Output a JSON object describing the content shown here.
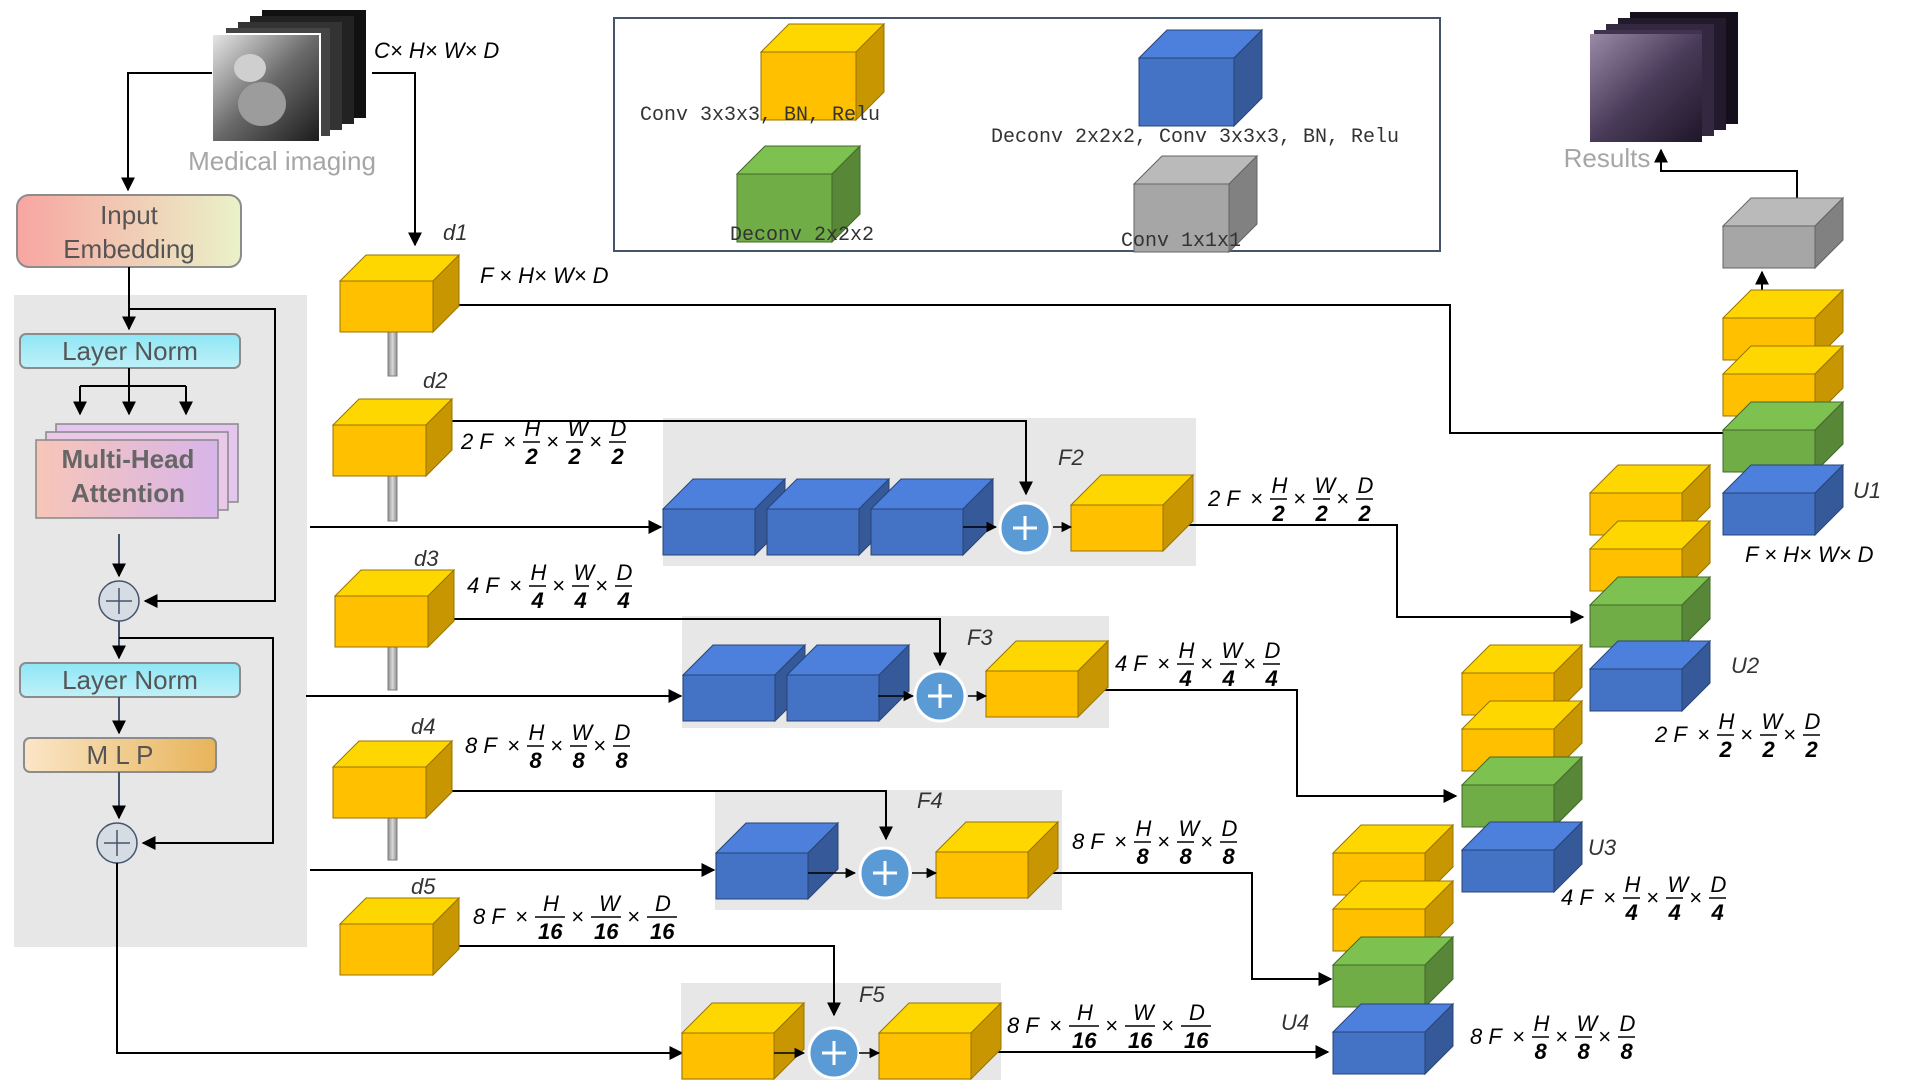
{
  "input": {
    "dims": "C× H× W× D",
    "caption": "Medical imaging"
  },
  "output": {
    "caption": "Results"
  },
  "encoder": {
    "input_embedding": [
      "Input",
      "Embedding"
    ],
    "layer_norm_1": "Layer Norm",
    "attention": [
      "Multi-Head",
      "Attention"
    ],
    "layer_norm_2": "Layer Norm",
    "mlp": "M L P"
  },
  "legend": {
    "conv": "Conv 3x3x3, BN, Relu",
    "deconv_conv": "Deconv 2x2x2, Conv 3x3x3, BN, Relu",
    "deconv": "Deconv 2x2x2",
    "conv1": "Conv 1x1x1"
  },
  "down": {
    "d1": "d1",
    "d1_dims": "F × H× W× D",
    "d2": "d2",
    "d3": "d3",
    "d4": "d4",
    "d5": "d5"
  },
  "fusion": {
    "F2": "F2",
    "F3": "F3",
    "F4": "F4",
    "F5": "F5"
  },
  "up": {
    "U1": "U1",
    "U2": "U2",
    "U3": "U3",
    "U4": "U4",
    "U1_dims": "F × H× W× D"
  },
  "dims_fraction": {
    "d2": {
      "c": "2 F",
      "h": "H",
      "hd": "2",
      "w": "W",
      "wd": "2",
      "d": "D",
      "dd": "2"
    },
    "d3": {
      "c": "4 F",
      "h": "H",
      "hd": "4",
      "w": "W",
      "wd": "4",
      "d": "D",
      "dd": "4"
    },
    "d4": {
      "c": "8 F",
      "h": "H",
      "hd": "8",
      "w": "W",
      "wd": "8",
      "d": "D",
      "dd": "8"
    },
    "d5": {
      "c": "8 F",
      "h": "H",
      "hd": "16",
      "w": "W",
      "wd": "16",
      "d": "D",
      "dd": "16"
    },
    "F2": {
      "c": "2 F",
      "h": "H",
      "hd": "2",
      "w": "W",
      "wd": "2",
      "d": "D",
      "dd": "2"
    },
    "F3": {
      "c": "4 F",
      "h": "H",
      "hd": "4",
      "w": "W",
      "wd": "4",
      "d": "D",
      "dd": "4"
    },
    "F4": {
      "c": "8 F",
      "h": "H",
      "hd": "8",
      "w": "W",
      "wd": "8",
      "d": "D",
      "dd": "8"
    },
    "F5": {
      "c": "8 F",
      "h": "H",
      "hd": "16",
      "w": "W",
      "wd": "16",
      "d": "D",
      "dd": "16"
    },
    "U2": {
      "c": "2 F",
      "h": "H",
      "hd": "2",
      "w": "W",
      "wd": "2",
      "d": "D",
      "dd": "2"
    },
    "U3": {
      "c": "4 F",
      "h": "H",
      "hd": "4",
      "w": "W",
      "wd": "4",
      "d": "D",
      "dd": "4"
    },
    "U4": {
      "c": "8 F",
      "h": "H",
      "hd": "8",
      "w": "W",
      "wd": "8",
      "d": "D",
      "dd": "8"
    }
  },
  "colors": {
    "conv": "#FFC000",
    "deconv_conv": "#4472C4",
    "deconv": "#70AD47",
    "conv1": "#A6A6A6",
    "panel": "#E7E7E7",
    "plus": "#5B9BD5"
  }
}
